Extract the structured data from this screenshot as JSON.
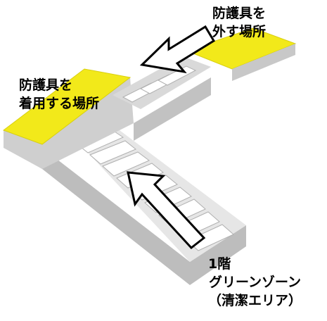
{
  "colors": {
    "platform_yellow": "#f2e91a",
    "stair_face": "#f2f2f2",
    "stair_side": "#c8c8c8",
    "stair_shadow": "#a9a9a9",
    "arrow_fill": "#ffffff",
    "arrow_stroke": "#000000"
  },
  "labels": {
    "remove_area": [
      "防護具を",
      "外す場所"
    ],
    "don_area": [
      "防護具を",
      "着用する場所"
    ],
    "floor_zone": [
      "1階",
      "グリーンゾーン",
      "（清潔エリア）"
    ]
  }
}
